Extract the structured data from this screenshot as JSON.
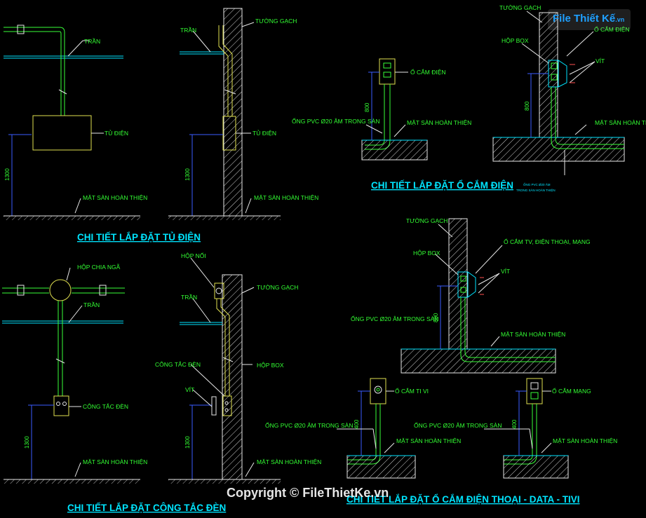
{
  "titles": {
    "tu_dien": "CHI TIẾT LẮP ĐẶT TỦ ĐIỆN",
    "o_cam": "CHI TIẾT LẮP ĐẶT Ổ CẮM ĐIỆN",
    "cong_tac": "CHI TIẾT LẮP ĐẶT CÔNG TẮC ĐÈN",
    "data_tivi": "CHI TIẾT LẮP ĐẶT Ổ CẮM ĐIỆN THOẠI - DATA - TIVI"
  },
  "labels": {
    "tran": "TRẦN",
    "tuong_gach": "TƯỜNG GẠCH",
    "tu_dien": "TỦ ĐIỆN",
    "mat_san": "MẶT SÀN HOÀN THIỆN",
    "o_cam_dien": "Ổ CẮM ĐIỆN",
    "ong_pvc": "ỐNG PVC Ø20 ÂM TRONG SÀN",
    "hop_box": "HỘP BOX",
    "vit": "VÍT",
    "hop_chia_nga": "HỘP CHIA NGÃ",
    "cong_tac_den": "CÔNG TẮC ĐÈN",
    "hop_noi": "HỘP NỐI",
    "o_cam_tv": "Ổ CẮM TV, ĐIỆN THOẠI, MẠNG",
    "o_cam_tivi": "Ổ CẮM TI VI",
    "o_cam_mang": "Ổ CẮM MẠNG",
    "tiny_note_1": "ỐNG PVC Ø20 ÂM",
    "tiny_note_2": "TRONG SÀN HOÀN THIỆN"
  },
  "dims": {
    "d1300": "1300",
    "d800": "800",
    "d400": "400"
  },
  "logo": {
    "brand": "File Thiết Kế",
    "domain": ".vn"
  },
  "watermark": "Copyright © FileThietKe.vn",
  "colors": {
    "background": "#000000",
    "label": "#33ff33",
    "title": "#00e5ff",
    "line": "#39ff39",
    "wall": "#e8e8e8",
    "dimension": "#3a5cff",
    "logo": "#1fa0ff"
  }
}
